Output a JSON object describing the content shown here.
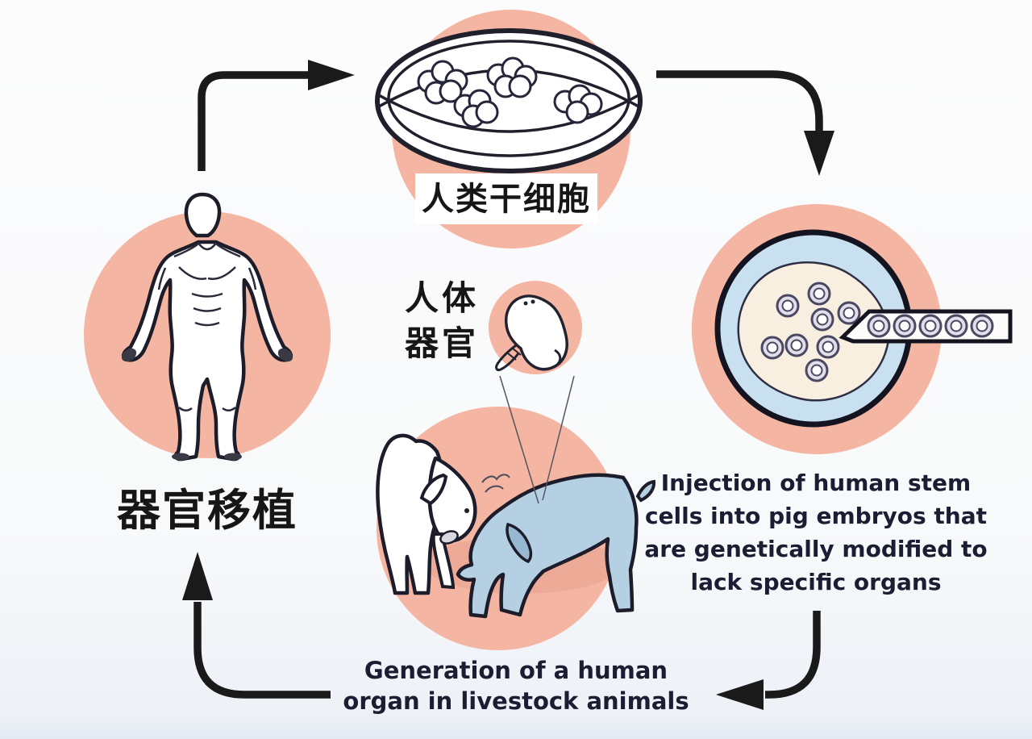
{
  "diagram_title": "Human organ generation in pigs cycle diagram",
  "colors": {
    "pink_circle": "#f4b5a3",
    "pink_shadow": "#e8a18c",
    "pig_blue": "#b6d0e3",
    "pig_blue_ear": "#97b8d2",
    "embryo_ring_blue": "#c9e0f0",
    "embryo_inner_cream": "#f8efe1",
    "cell_fill": "#e2dfeb",
    "cell_stroke": "#4a4862",
    "outline_dark": "#1c1c2a",
    "arrow_black": "#1a1a1a",
    "text_dark": "#1c1c33",
    "white": "#ffffff"
  },
  "nodes": {
    "stem_cell_dish": {
      "label_zh": "人类干细胞",
      "icon": "petri-dish-with-stem-cell-colonies"
    },
    "human_organ_callout": {
      "label_lines": [
        "人体",
        "器官"
      ],
      "icon": "human-organ"
    },
    "embryo_injection": {
      "caption_lines": [
        "Injection of human stem",
        "cells into pig embryos that",
        "are genetically modified to",
        "lack specific organs"
      ],
      "icon": "pig-embryo-with-micropipette"
    },
    "livestock": {
      "caption_lines": [
        "Generation of a human",
        "organ in livestock animals"
      ],
      "icon": "two-pigs"
    },
    "transplant": {
      "label_zh": "器官移植",
      "icon": "human-body-figure"
    }
  }
}
